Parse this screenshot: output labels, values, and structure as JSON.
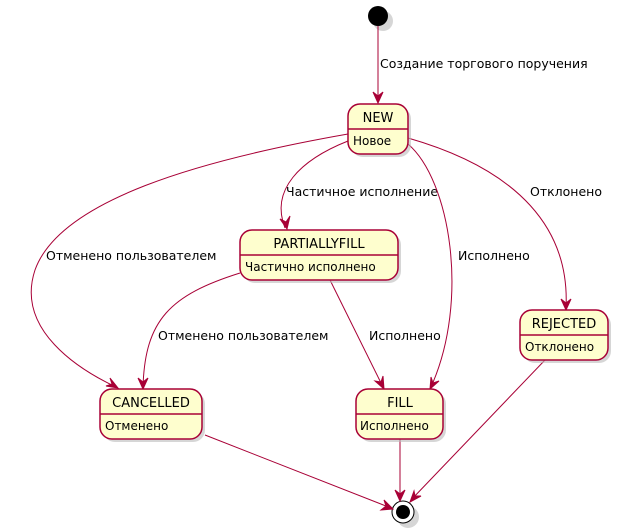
{
  "diagram": {
    "type": "state-diagram",
    "colors": {
      "arrow": "#A80036",
      "state_fill": "#FEFECE",
      "state_border": "#A80036"
    },
    "states": {
      "new": {
        "name": "NEW",
        "description": "Новое"
      },
      "partial": {
        "name": "PARTIALLYFILL",
        "description": "Частично исполнено"
      },
      "cancelled": {
        "name": "CANCELLED",
        "description": "Отменено"
      },
      "fill": {
        "name": "FILL",
        "description": "Исполнено"
      },
      "rejected": {
        "name": "REJECTED",
        "description": "Отклонено"
      }
    },
    "transitions": {
      "start_new": {
        "from": "start",
        "to": "NEW",
        "label": "Создание торгового поручения"
      },
      "new_partial": {
        "from": "NEW",
        "to": "PARTIALLYFILL",
        "label": "Частичное исполнение"
      },
      "new_cancelled": {
        "from": "NEW",
        "to": "CANCELLED",
        "label": "Отменено пользователем"
      },
      "new_fill": {
        "from": "NEW",
        "to": "FILL",
        "label": "Исполнено"
      },
      "new_rejected": {
        "from": "NEW",
        "to": "REJECTED",
        "label": "Отклонено"
      },
      "partial_cancelled": {
        "from": "PARTIALLYFILL",
        "to": "CANCELLED",
        "label": "Отменено пользователем"
      },
      "partial_fill": {
        "from": "PARTIALLYFILL",
        "to": "FILL",
        "label": "Исполнено"
      },
      "cancelled_end": {
        "from": "CANCELLED",
        "to": "end",
        "label": ""
      },
      "fill_end": {
        "from": "FILL",
        "to": "end",
        "label": ""
      },
      "rejected_end": {
        "from": "REJECTED",
        "to": "end",
        "label": ""
      }
    }
  }
}
